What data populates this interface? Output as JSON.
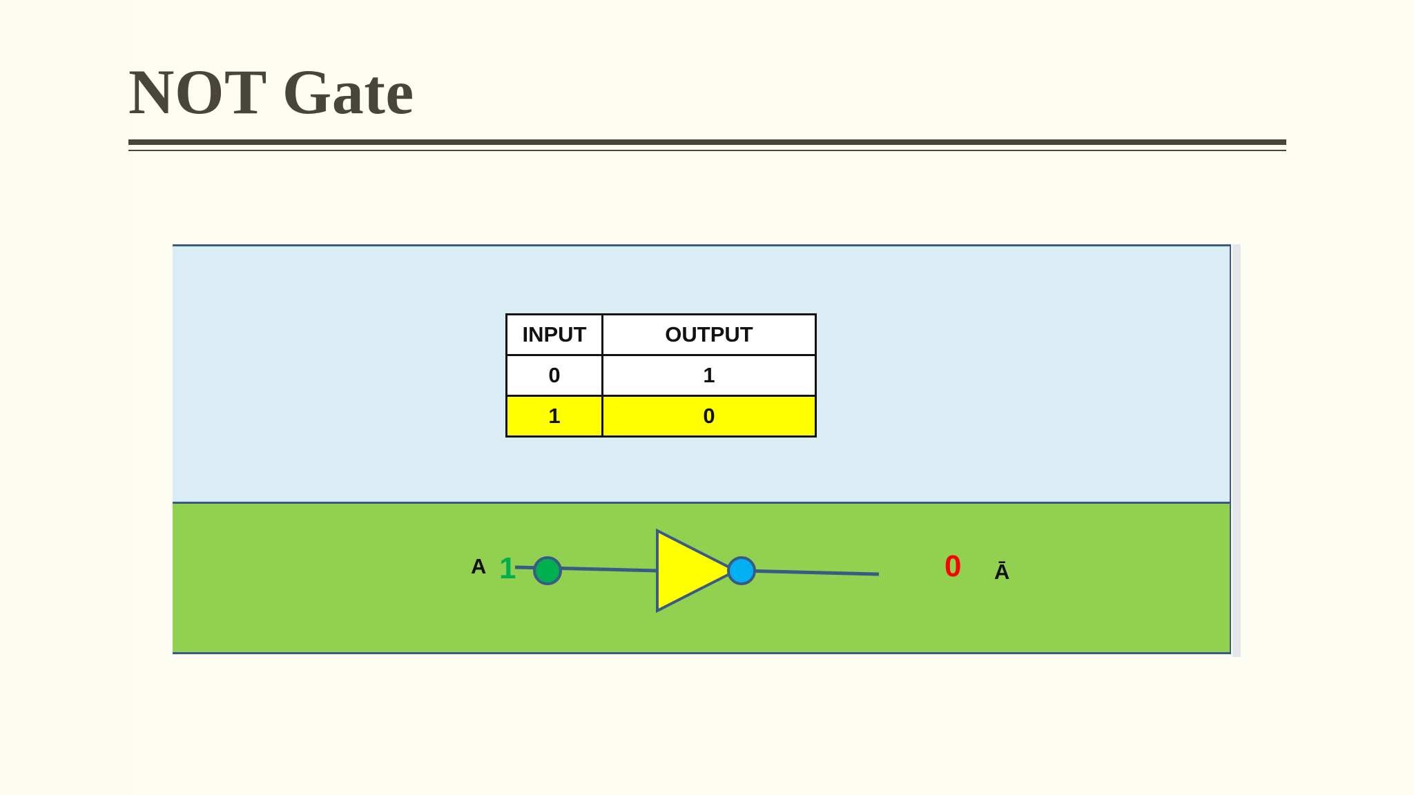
{
  "slide": {
    "title": "NOT Gate"
  },
  "truth_table": {
    "headers": [
      "INPUT",
      "OUTPUT"
    ],
    "rows": [
      {
        "input": "0",
        "output": "1",
        "highlighted": false
      },
      {
        "input": "1",
        "output": "0",
        "highlighted": true
      }
    ]
  },
  "circuit": {
    "input_label": "A",
    "input_value": "1",
    "output_value": "0",
    "output_label": "Ā"
  },
  "colors": {
    "title_text": "#4a453b",
    "table_panel_bg": "#daedf4",
    "circuit_panel_bg": "#92d050",
    "highlight_row": "#ffff00",
    "gate_fill": "#ffff00",
    "input_node": "#00b050",
    "output_node": "#00b0f0",
    "wire": "#3a5a86",
    "input_value_text": "#00b050",
    "output_value_text": "#ff0000"
  }
}
